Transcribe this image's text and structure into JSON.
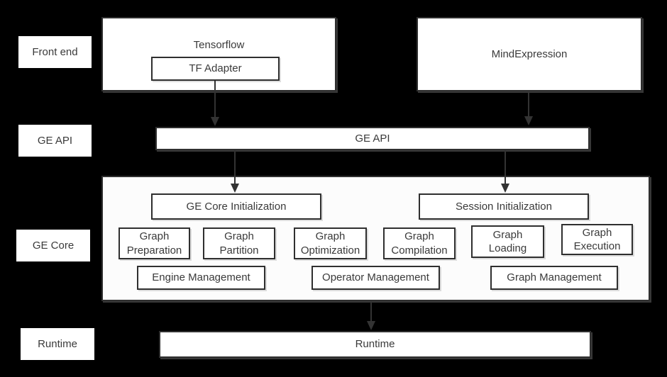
{
  "colors": {
    "background": "#000000",
    "box_background": "#ffffff",
    "container_background": "#fcfcfc",
    "border": "#2f2f2f",
    "text": "#3a3a3a",
    "arrow": "#333333"
  },
  "layers": [
    {
      "label": "Front end"
    },
    {
      "label": "GE API"
    },
    {
      "label": "GE Core"
    },
    {
      "label": "Runtime"
    }
  ],
  "front_end": {
    "tensorflow_label": "Tensorflow",
    "tf_adapter_label": "TF Adapter",
    "mindexpression_label": "MindExpression"
  },
  "ge_api": {
    "bar_label": "GE API"
  },
  "ge_core": {
    "initialization_boxes": [
      {
        "label": "GE Core Initialization"
      },
      {
        "label": "Session Initialization"
      }
    ],
    "function_boxes": [
      {
        "label": "Graph Preparation"
      },
      {
        "label": "Graph Partition"
      },
      {
        "label": "Graph Optimization"
      },
      {
        "label": "Graph Compilation"
      },
      {
        "label": "Graph Loading"
      },
      {
        "label": "Graph Execution"
      }
    ],
    "management_boxes": [
      {
        "label": "Engine Management"
      },
      {
        "label": "Operator Management"
      },
      {
        "label": "Graph Management"
      }
    ]
  },
  "runtime": {
    "bar_label": "Runtime"
  }
}
